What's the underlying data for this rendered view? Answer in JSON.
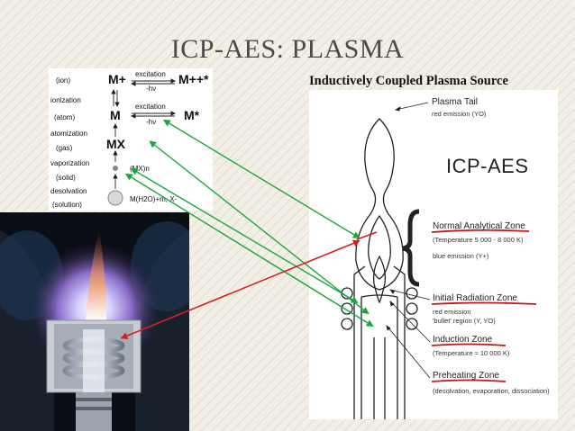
{
  "slide": {
    "title": "ICP-AES: PLASMA",
    "subtitle": "Inductively Coupled Plasma Source"
  },
  "chem": {
    "labels": {
      "ion": "(ion)",
      "ionization": "ionization",
      "atom": "(atom)",
      "atomization": "atomization",
      "gas": "(gas)",
      "vaporization": "vaporization",
      "solid": "(solid)",
      "desolvation": "desolvation",
      "solution": "(solution)"
    },
    "species": {
      "m_plus": "M+",
      "m_plus_star": "M++*",
      "m": "M",
      "m_star": "M*",
      "mx": "MX",
      "mx_n": "(MX)n",
      "hydrated": "M(H2O)+m, X-"
    },
    "excitation": "excitation",
    "minus_hv": "-hν"
  },
  "diagram": {
    "heading": "ICP-AES",
    "plasma_tail": "Plasma Tail",
    "plasma_tail_sub": "red emission (YO)",
    "normal_zone": "Normal Analytical Zone",
    "normal_zone_temp": "(Temperature 5 000 - 8 000 K)",
    "normal_zone_sub": "blue emission (Y+)",
    "initial_zone": "Initial Radiation Zone",
    "initial_zone_sub1": "red emission",
    "initial_zone_sub2": "'bullet' region (Y, YO)",
    "induction_zone": "Induction Zone",
    "induction_zone_temp": "(Temperature ≈ 10 000 K)",
    "preheating_zone": "Preheating Zone",
    "preheating_zone_sub": "(desolvation, evaporation, dissociation)"
  },
  "colors": {
    "title": "#4a4a4a",
    "green_arrow": "#1aa83a",
    "red_arrow": "#d42020",
    "underline": "#c41818"
  }
}
